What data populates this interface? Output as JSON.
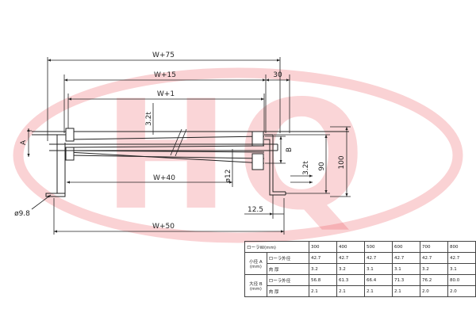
{
  "watermark": {
    "text": "HQ",
    "color": "#e41b23"
  },
  "drawing": {
    "line_color": "#222222",
    "dims": {
      "w75": "W+75",
      "w15": "W+15",
      "d30": "30",
      "w1": "W+1",
      "t_upper": "3.2t",
      "w40": "W+40",
      "phi12": "ø12",
      "t_lower": "3.2t",
      "d90": "90",
      "d100": "100",
      "d12_5": "12.5",
      "phi9_8": "ø9.8",
      "w50": "W+50",
      "label_a": "A",
      "label_b": "B"
    }
  },
  "spec_table": {
    "header_label": "ローラW(mm)",
    "widths": [
      "300",
      "400",
      "500",
      "600",
      "700",
      "800"
    ],
    "small": {
      "group_label": "小径 A\n(mm)",
      "rows": [
        {
          "label": "ローラ外径",
          "values": [
            "42.7",
            "42.7",
            "42.7",
            "42.7",
            "42.7",
            "42.7"
          ]
        },
        {
          "label": "肉 厚",
          "values": [
            "3.2",
            "3.2",
            "3.1",
            "3.1",
            "3.2",
            "3.1"
          ]
        }
      ]
    },
    "large": {
      "group_label": "大径 B\n(mm)",
      "rows": [
        {
          "label": "ローラ外径",
          "values": [
            "56.8",
            "61.3",
            "66.4",
            "71.3",
            "76.2",
            "80.0"
          ]
        },
        {
          "label": "肉 厚",
          "values": [
            "2.1",
            "2.1",
            "2.1",
            "2.1",
            "2.0",
            "2.0"
          ]
        }
      ]
    }
  }
}
